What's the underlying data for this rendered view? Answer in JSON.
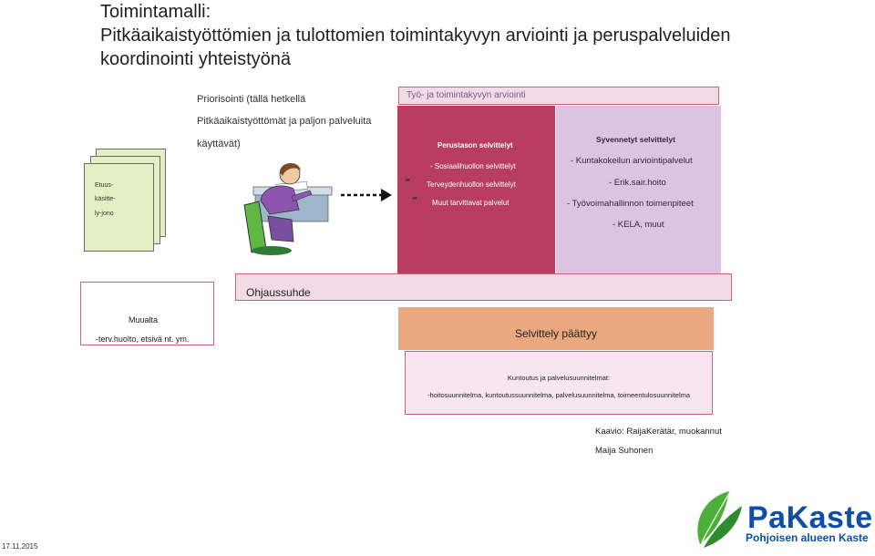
{
  "title": {
    "line1": "Toimintamalli:",
    "line2": "Pitkäaikaistyöttömien ja tulottomien toimintakyvyn arviointi ja peruspalveluiden",
    "line3": "koordinointi yhteistyönä"
  },
  "priority": {
    "line1": "Priorisointi (tällä hetkellä",
    "line2": "Pitkäaikaistyöttömät ja paljon palveluita",
    "line3": "käyttävät)"
  },
  "documents": {
    "line1": "Etuus-",
    "line2": "käsitte-",
    "line3": "ly-jono"
  },
  "assessment_band": "Työ- ja toimintakyvyn arviointi",
  "basic": {
    "heading": "Perustason selvittelyt",
    "item1": "- Sosiaalihuollon selvittelyt",
    "item2": "Terveydenhuollon selvittelyt",
    "item3": "Muut tarvittavat palvelut",
    "dash1": "-",
    "dash2": "-"
  },
  "deep": {
    "heading": "Syvennetyt selvittelyt",
    "item1": "- Kuntakokeilun arviointipalvelut",
    "item2": "- Erik.sair.hoito",
    "item3": "- Työvoimahallinnon toimenpiteet",
    "item4": "- KELA, muut"
  },
  "ohjaussuhde": "Ohjaussuhde",
  "muualta": {
    "line1": "Muualta",
    "line2": "-terv.huolto, etsivä nt. ym."
  },
  "selvittely_paattyy": "Selvittely päättyy",
  "kuntoutus": {
    "line1": "Kuntoutus ja palvelusuunnitelmat:",
    "line2": "-hoitosuunnitelma, kuntoutussuunnitelma, palvelusuunnitelma, toimeentulosuunnitelma"
  },
  "credit": {
    "line1": "Kaavio: RaijaKerätär, muokannut",
    "line2": "Maija Suhonen"
  },
  "logo": {
    "name": "PaKaste",
    "subtitle": "Pohjoisen alueen Kaste"
  },
  "date": "17.11.2015",
  "colors": {
    "basic_box": "#b93d63",
    "deep_box": "#dcc3e2",
    "band": "#f3dbe6",
    "valmis": "#e9a87f",
    "logo_blue": "#0f4ea8",
    "logo_green": "#4caf3a"
  },
  "icons": [
    "document-stack-icon",
    "clipart-woman-writing",
    "arrow-right-icon",
    "pakaste-leaf-logo"
  ]
}
